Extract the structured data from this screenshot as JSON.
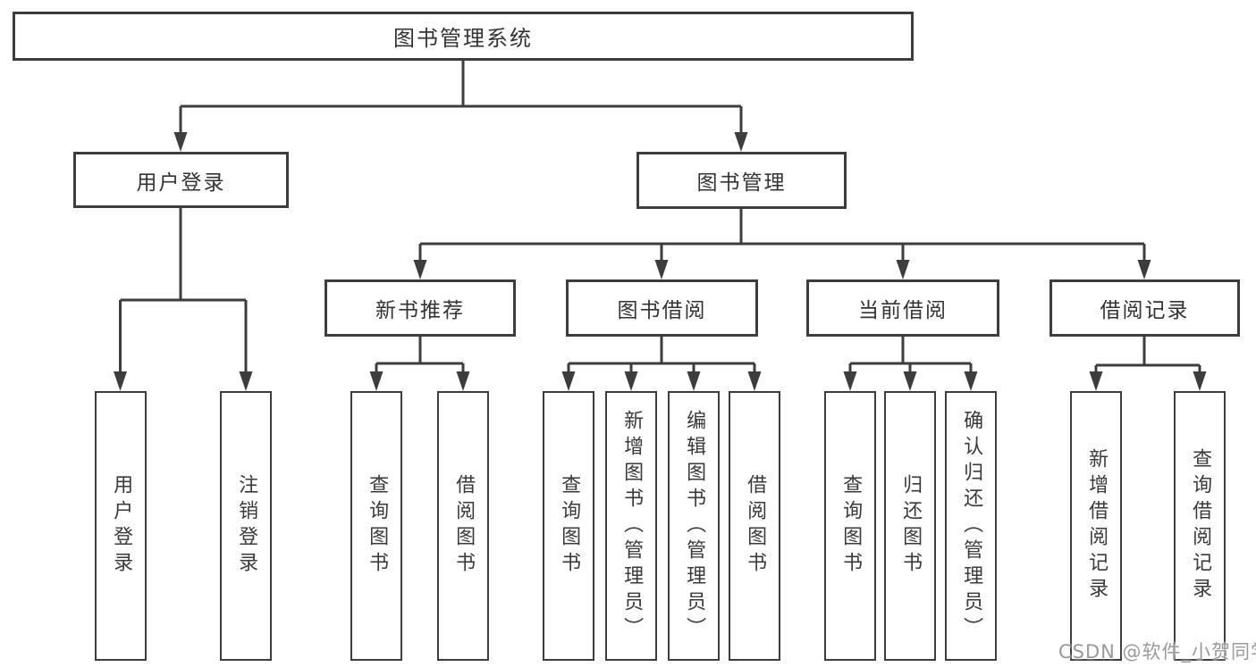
{
  "colors": {
    "line": "#3d3d3d",
    "box_border": "#3d3d3d",
    "text": "#333333",
    "background": "#ffffff",
    "watermark": "#919191"
  },
  "watermark": {
    "text": "CSDN @软件_小贺同学"
  },
  "diagram": {
    "type": "hierarchy-tree",
    "root": {
      "label": "图书管理系统"
    },
    "branches": [
      {
        "label": "用户登录",
        "children": [
          {
            "label": "用户登录"
          },
          {
            "label": "注销登录"
          }
        ]
      },
      {
        "label": "图书管理",
        "children": [
          {
            "label": "新书推荐",
            "children": [
              {
                "label": "查询图书"
              },
              {
                "label": "借阅图书"
              }
            ]
          },
          {
            "label": "图书借阅",
            "children": [
              {
                "label": "查询图书"
              },
              {
                "label": "新增图书（管理员）"
              },
              {
                "label": "编辑图书（管理员）"
              },
              {
                "label": "借阅图书"
              }
            ]
          },
          {
            "label": "当前借阅",
            "children": [
              {
                "label": "查询图书"
              },
              {
                "label": "归还图书"
              },
              {
                "label": "确认归还（管理员）"
              }
            ]
          },
          {
            "label": "借阅记录",
            "children": [
              {
                "label": "新增借阅记录"
              },
              {
                "label": "查询借阅记录"
              }
            ]
          }
        ]
      }
    ]
  }
}
